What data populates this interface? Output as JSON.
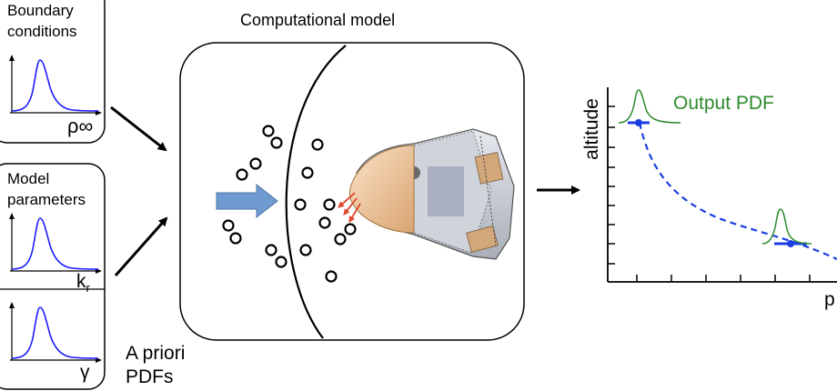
{
  "boundary": {
    "title_line1": "Boundary",
    "title_line2": "conditions",
    "axis_symbol": "ρ∞"
  },
  "model_params": {
    "title_line1": "Model",
    "title_line2": "parameters",
    "axis_symbol_1": "k",
    "axis_symbol_1_sub": "r",
    "axis_symbol_2": "γ"
  },
  "priori": {
    "line1": "A priori",
    "line2": "PDFs"
  },
  "computational": {
    "title": "Computational model"
  },
  "output": {
    "pdf_label": "Output PDF",
    "y_axis_label": "altitude",
    "x_axis_label": "p"
  },
  "colors": {
    "pdf_curve": "#1a1aff",
    "output_pdf": "#2e8b2e",
    "trend": "#1a3fe0",
    "flow_arrow": "#6f9bd1",
    "capsule": "#c9ced6",
    "nose": "#f2c89a"
  },
  "icons": {
    "molecule": "molecule-icon",
    "capsule": "reentry-capsule-icon",
    "flow": "flow-arrow-icon"
  }
}
